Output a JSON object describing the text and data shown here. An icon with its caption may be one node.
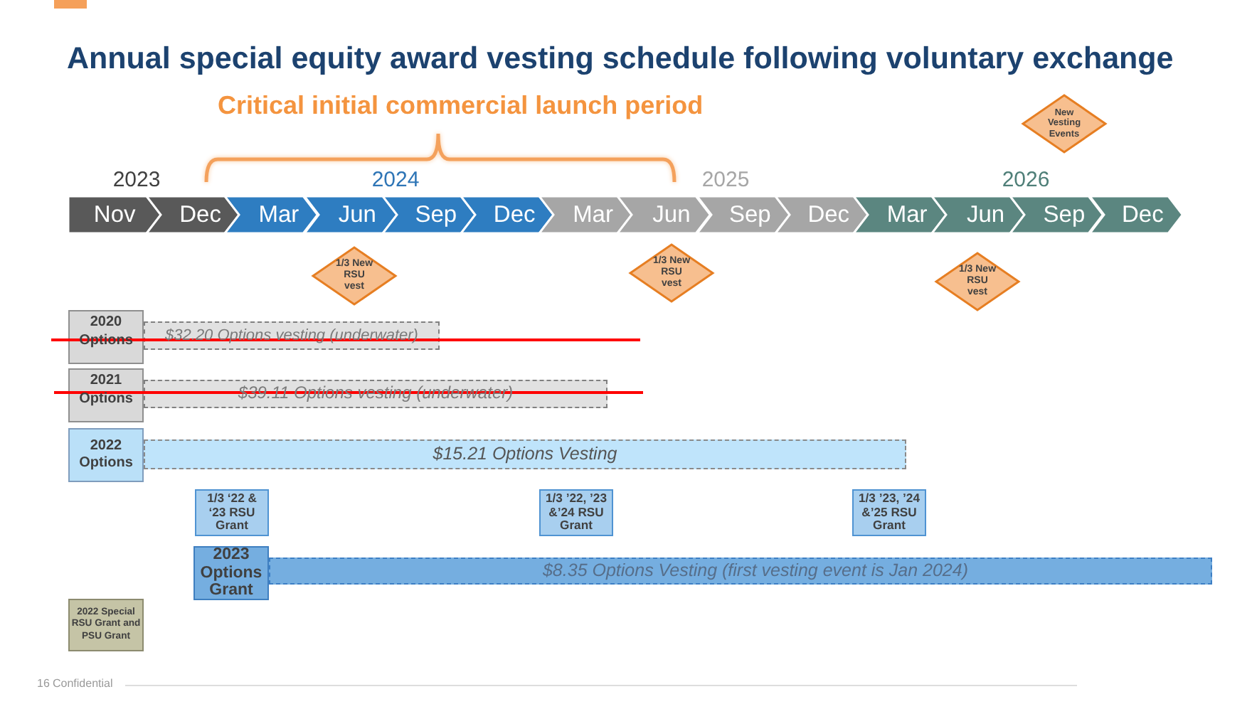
{
  "diagram": {
    "title": "Annual special equity award vesting schedule following voluntary exchange",
    "nodes": [
      {
        "text": [
          "New Vesting Events"
        ]
      },
      {
        "text": [
          "Nov"
        ]
      },
      {
        "text": [
          "Dec"
        ]
      },
      {
        "text": [
          "Mar"
        ]
      },
      {
        "text": [
          "Jun"
        ]
      },
      {
        "text": [
          "Sep"
        ]
      },
      {
        "text": [
          "Dec"
        ]
      },
      {
        "text": [
          "Mar"
        ]
      },
      {
        "text": [
          "Jun"
        ]
      },
      {
        "text": [
          "Sep"
        ]
      },
      {
        "text": [
          "Dec"
        ]
      },
      {
        "text": [
          "Mar"
        ]
      },
      {
        "text": [
          "Jun"
        ]
      },
      {
        "text": [
          "Sep"
        ]
      },
      {
        "text": [
          "Dec"
        ]
      },
      {
        "text": [
          "1/3 New RSU vest"
        ]
      },
      {
        "text": [
          "1/3 New RSU vest"
        ]
      },
      {
        "text": [
          "1/3 New RSU vest"
        ]
      },
      {
        "text": [
          "2020 Options"
        ]
      },
      {
        "text": [
          "$32.20 Options vesting (underwater)"
        ]
      },
      {
        "text": [
          "2021 Options"
        ]
      },
      {
        "text": [
          "$39.11 Options vesting (underwater)"
        ]
      },
      {
        "text": [
          "2022 Options"
        ]
      },
      {
        "text": [
          "$15.21 Options Vesting"
        ]
      },
      {
        "text": [
          "1/3 ‘22 & ‘23 RSU Grant"
        ]
      },
      {
        "text": [
          "1/3 ’22, ’23 &’24 RSU Grant"
        ]
      },
      {
        "text": [
          "1/3 ’23, ’24 &’25 RSU Grant"
        ]
      },
      {
        "text": [
          "2023 Options Grant"
        ]
      },
      {
        "text": [
          "$8.35 Options Vesting (first vesting event is Jan 2024)"
        ]
      },
      {
        "text": [
          "2022 Special RSU Grant and PSU Grant"
        ]
      }
    ],
    "labels": [
      "Critical initial commercial launch period",
      "2023",
      "2024",
      "2025",
      "2026",
      "16",
      "Confidential"
    ]
  }
}
